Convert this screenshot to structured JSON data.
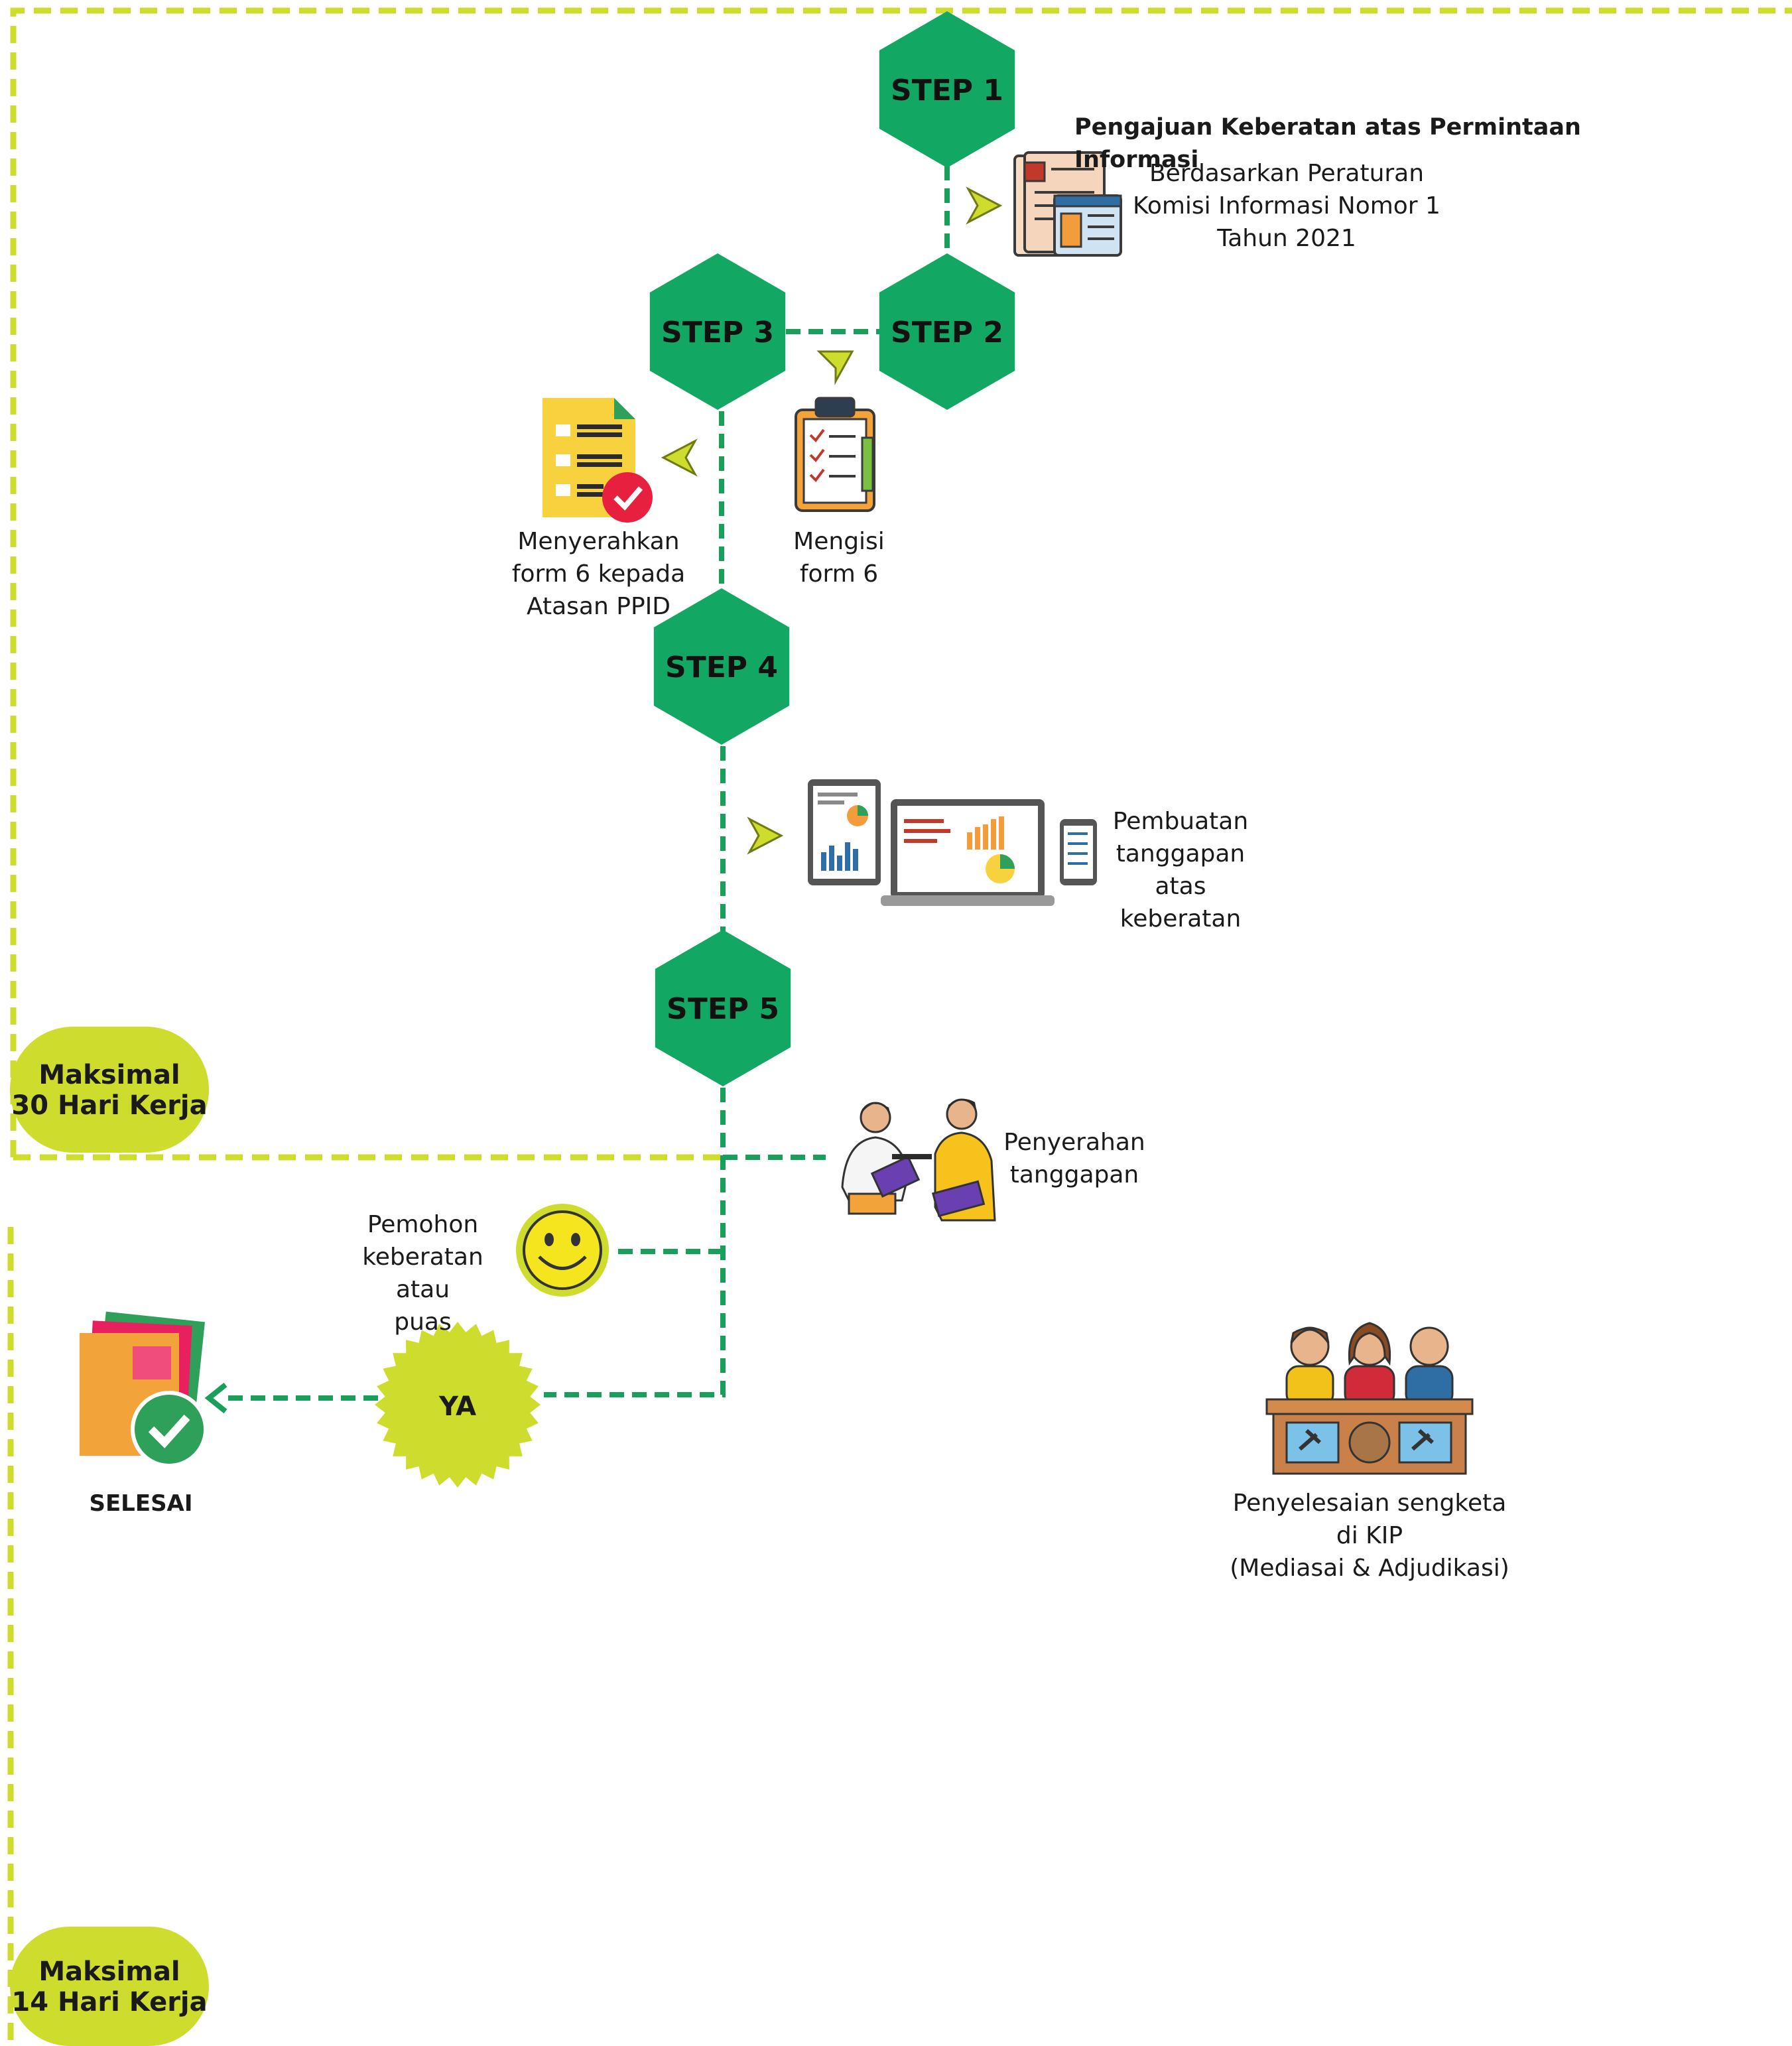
{
  "steps": [
    {
      "id": "step1",
      "label": "STEP 1"
    },
    {
      "id": "step2",
      "label": "STEP 2"
    },
    {
      "id": "step3",
      "label": "STEP 3"
    },
    {
      "id": "step4",
      "label": "STEP 4"
    },
    {
      "id": "step5",
      "label": "STEP 5"
    }
  ],
  "header": {
    "title": "Pengajuan Keberatan atas Permintaan Informasi",
    "subtitle": "Berdasarkan Peraturan\nKomisi Informasi Nomor 1\nTahun 2021"
  },
  "nodes": {
    "mengisi": "Mengisi\nform 6",
    "menyerahkan": "Menyerahkan\nform 6 kepada\nAtasan PPID",
    "pembuatan": "Pembuatan\ntanggapan atas\nkeberatan",
    "penyerahan": "Penyerahan\ntanggapan",
    "pemohon": "Pemohon\nkeberatan atau\npuas",
    "ya": "YA",
    "selesai": "SELESAI",
    "penyelesaian": "Penyelesaian sengketa\ndi KIP\n(Mediasai & Adjudikasi)"
  },
  "badges": {
    "max30": "Maksimal\n30 Hari Kerja",
    "max14": "Maksimal\n14 Hari Kerja"
  },
  "icons": {
    "documents": "documents-icon",
    "clipboard": "clipboard-checklist-icon",
    "form_approved": "form-approved-icon",
    "devices": "devices-report-icon",
    "handover": "handover-people-icon",
    "smiley": "smiley-face-icon",
    "done_folder": "done-folder-icon",
    "tribunal": "tribunal-panel-icon"
  },
  "colors": {
    "step_green": "#12a863",
    "lime": "#cddc2d",
    "connector_green": "#1a9e5c",
    "dashed_border": "#cddc2d"
  }
}
